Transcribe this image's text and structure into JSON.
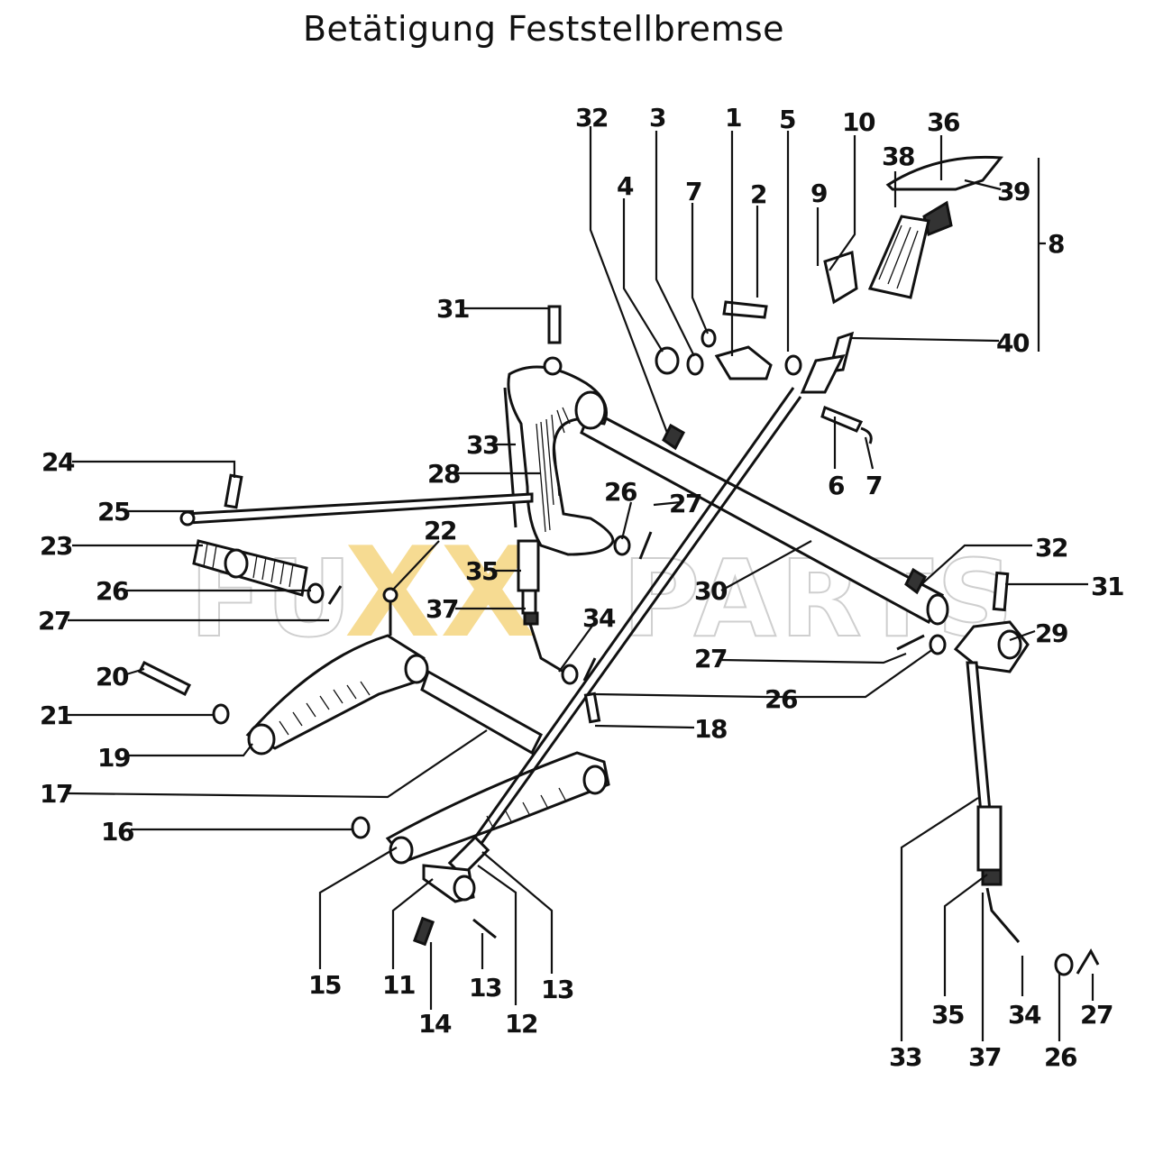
{
  "title": "Betätigung Feststellbremse",
  "watermark": {
    "left": "FU",
    "xx": "XX",
    "right": "PARTS"
  },
  "colors": {
    "ink": "#111111",
    "watermark_outline": "#cfcfcf",
    "watermark_accent": "#f3cf6e"
  },
  "callouts": [
    "32",
    "3",
    "1",
    "5",
    "10",
    "36",
    "4",
    "7",
    "2",
    "9",
    "38",
    "39",
    "8",
    "31",
    "40",
    "6",
    "7",
    "33",
    "24",
    "28",
    "26",
    "27",
    "25",
    "23",
    "22",
    "35",
    "32",
    "31",
    "26",
    "30",
    "37",
    "34",
    "29",
    "27",
    "20",
    "27",
    "26",
    "21",
    "18",
    "19",
    "17",
    "16",
    "15",
    "11",
    "14",
    "13",
    "12",
    "13",
    "33",
    "35",
    "37",
    "34",
    "26",
    "27"
  ]
}
